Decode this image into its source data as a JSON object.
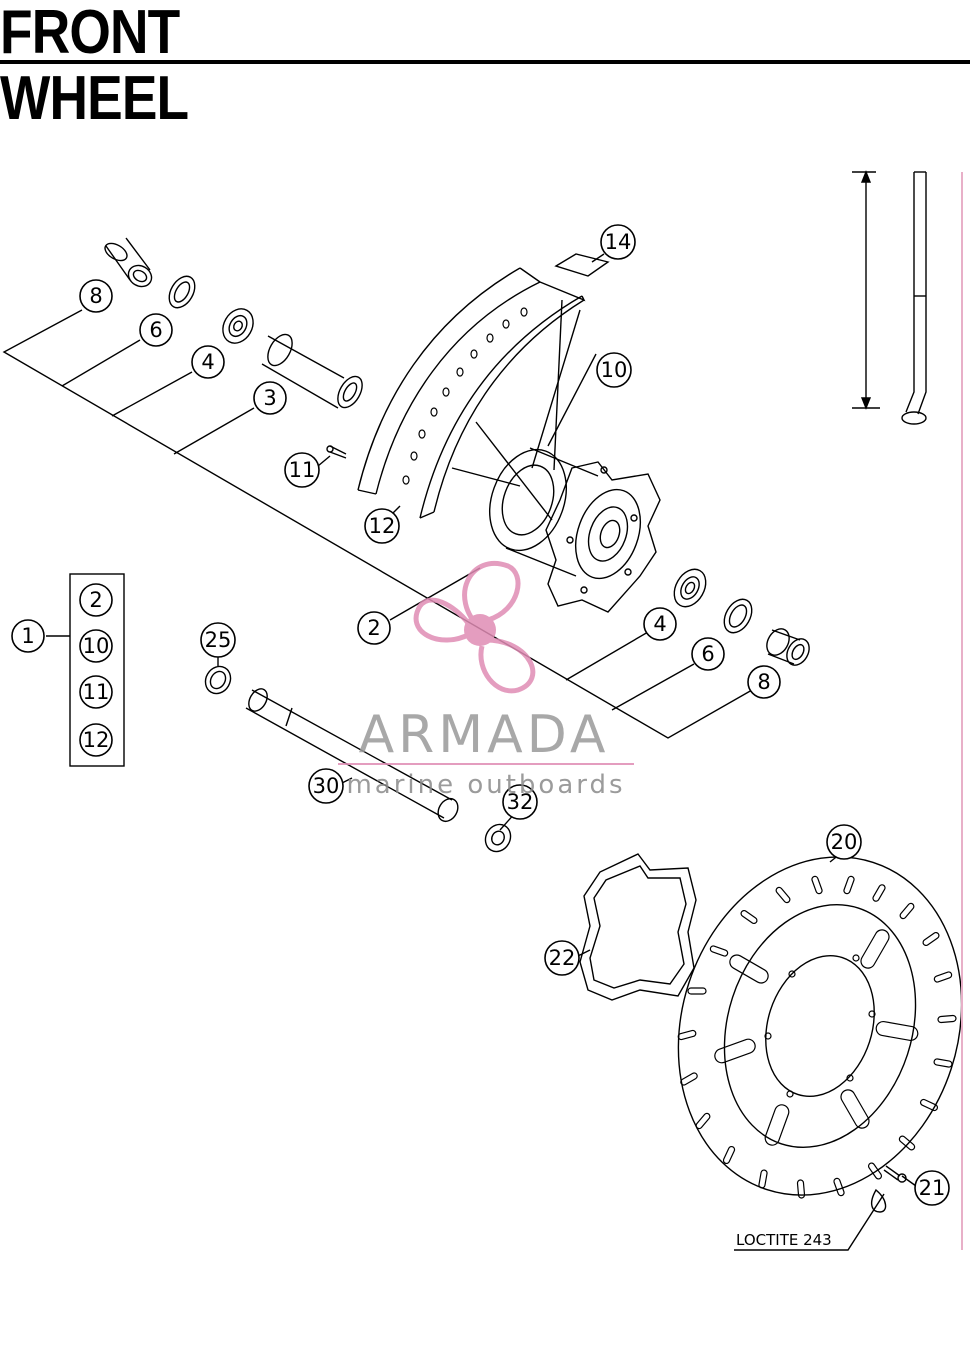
{
  "title": "FRONT WHEEL",
  "callouts": {
    "c1": "1",
    "c2": "2",
    "c3": "3",
    "c4": "4",
    "c4b": "4",
    "c6": "6",
    "c6b": "6",
    "c8": "8",
    "c8b": "8",
    "c10": "10",
    "c11": "11",
    "c12": "12",
    "c14": "14",
    "c20": "20",
    "c21": "21",
    "c22": "22",
    "c25": "25",
    "c30": "30",
    "c32": "32"
  },
  "kit_items": [
    "2",
    "10",
    "11",
    "12"
  ],
  "note": "LOCTITE 243",
  "watermark": {
    "brand": "ARMADA",
    "tagline": "marine outboards",
    "color": "#e08cb4"
  }
}
